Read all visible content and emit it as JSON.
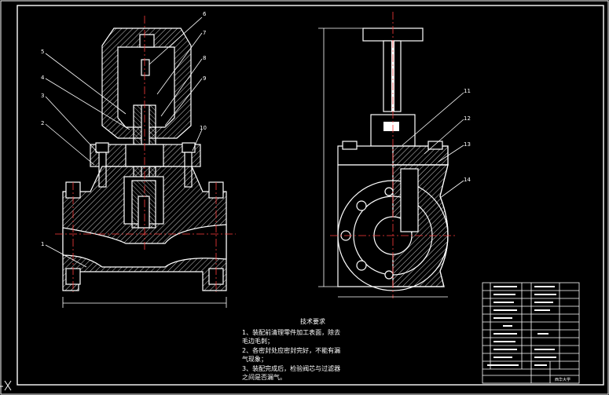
{
  "drawing": {
    "colors": {
      "background": "#000000",
      "lines": "#ffffff",
      "centerlines": "#ff3b3b",
      "titleblock_text": "#9fe8d9"
    },
    "callouts_front": [
      "6",
      "7",
      "8",
      "9",
      "10",
      "5",
      "4",
      "3",
      "2",
      "1"
    ],
    "callouts_side": [
      "11",
      "12",
      "13",
      "14"
    ],
    "technical_requirements": {
      "title": "技术要求",
      "lines": [
        "1、装配前清理零件加工表面，除去",
        "毛边毛刺；",
        "2、各密封处应密封完好，不能有漏",
        "气现象；",
        "3、装配完成后，检验阀芯与过滤器",
        "之间是否漏气。"
      ]
    },
    "title_block": {
      "school": "西华大学"
    }
  }
}
